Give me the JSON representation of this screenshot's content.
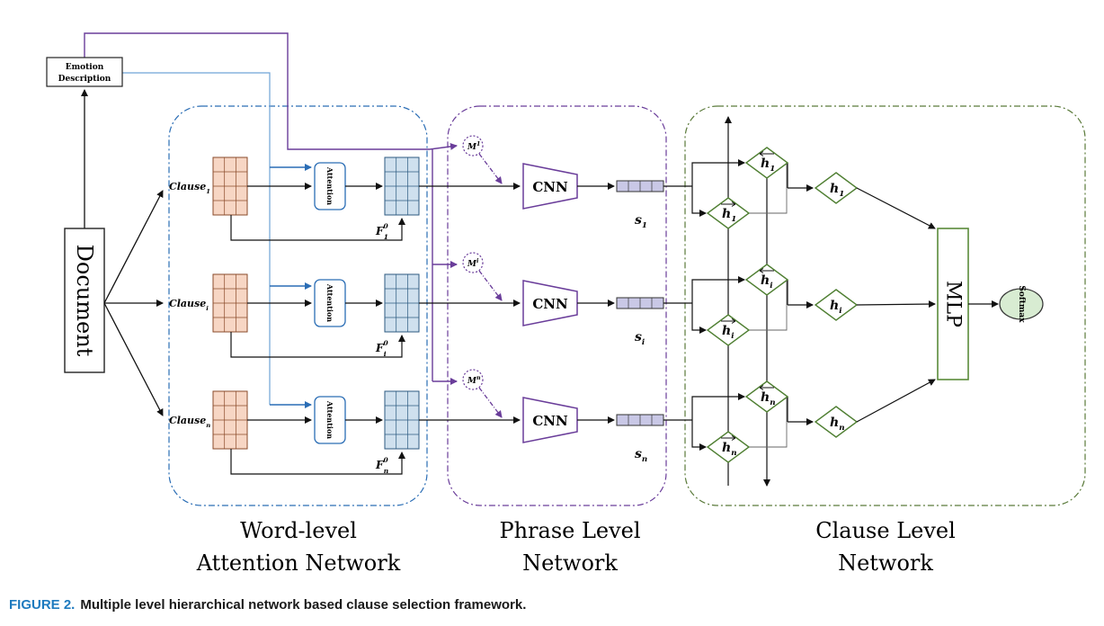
{
  "document_label": "Document",
  "emotion_label": [
    "Emotion",
    "Description"
  ],
  "clause_subscripts": [
    "1",
    "i",
    "n"
  ],
  "clause_base": "Clause",
  "attention_label": "Attention",
  "f_base": "F",
  "f_superscript": "0",
  "m_label": "M",
  "m_superscripts": [
    "1",
    "i",
    "n"
  ],
  "cnn_label": "CNN",
  "s_base": "s",
  "h_base": "h",
  "mlp_label": "MLP",
  "softmax_label": "Softmax",
  "panels": {
    "word": [
      "Word-level",
      "Attention Network"
    ],
    "phrase": [
      "Phrase Level",
      "Network"
    ],
    "clause": [
      "Clause Level",
      "Network"
    ]
  },
  "caption": {
    "figure": "FIGURE 2.",
    "text": "Multiple level hierarchical network based clause selection framework."
  },
  "colors": {
    "word_panel": "#2a6db5",
    "phrase_panel": "#6a3d9a",
    "clause_panel": "#5a7a3a",
    "clause_matrix": "#f7d6c4",
    "feature_matrix": "#cfe0ee",
    "seq_vector": "#c9c8e6",
    "softmax_fill": "#d8ecd2",
    "figure_label": "#1f7bbf"
  }
}
